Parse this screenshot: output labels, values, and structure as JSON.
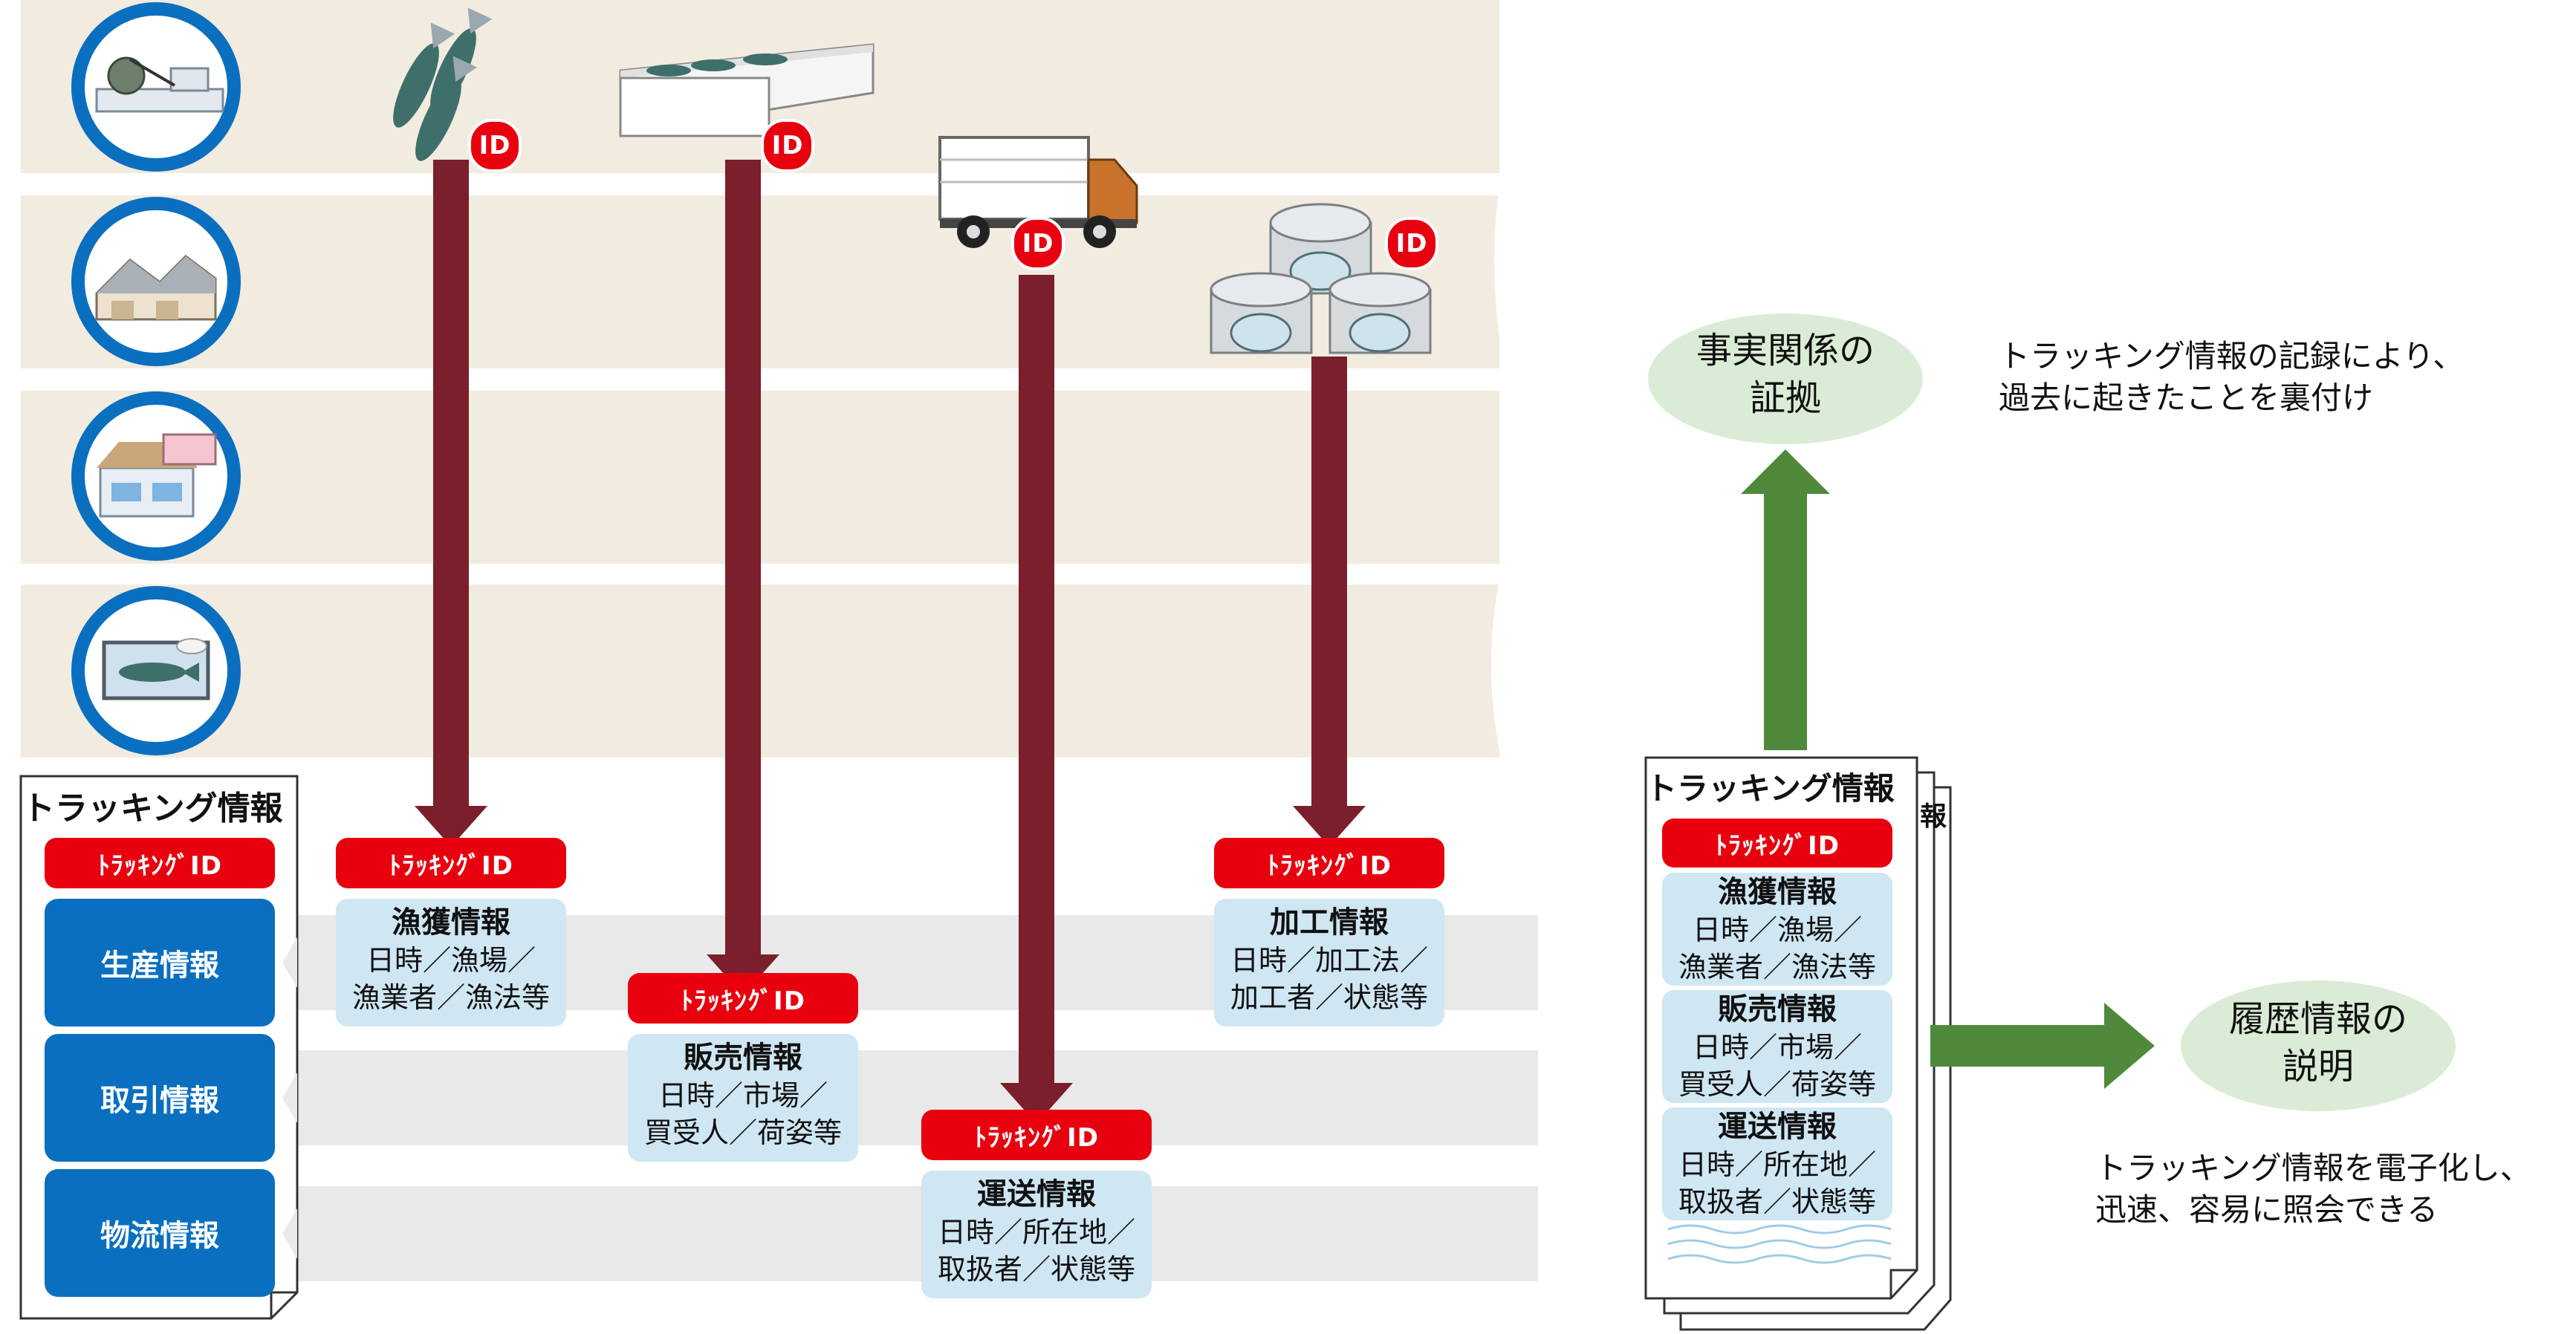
{
  "tracking_panel": {
    "title": "トラッキング情報",
    "id_label": "ﾄﾗｯｷﾝｸﾞID",
    "categories": [
      "生産情報",
      "取引情報",
      "物流情報"
    ]
  },
  "stages": [
    {
      "name": "漁獲情報",
      "lines": [
        "日時／漁場／",
        "漁業者／漁法等"
      ],
      "id_label": "ﾄﾗｯｷﾝｸﾞID"
    },
    {
      "name": "販売情報",
      "lines": [
        "日時／市場／",
        "買受人／荷姿等"
      ],
      "id_label": "ﾄﾗｯｷﾝｸﾞID"
    },
    {
      "name": "運送情報",
      "lines": [
        "日時／所在地／",
        "取扱者／状態等"
      ],
      "id_label": "ﾄﾗｯｷﾝｸﾞID"
    },
    {
      "name": "加工情報",
      "lines": [
        "日時／加工法／",
        "加工者／状態等"
      ],
      "id_label": "ﾄﾗｯｷﾝｸﾞID"
    }
  ],
  "item_tag": "ID",
  "document": {
    "title": "トラッキング情報",
    "back_title_fragment": "報",
    "id_label": "ﾄﾗｯｷﾝｸﾞID",
    "sections": [
      {
        "name": "漁獲情報",
        "lines": [
          "日時／漁場／",
          "漁業者／漁法等"
        ]
      },
      {
        "name": "販売情報",
        "lines": [
          "日時／市場／",
          "買受人／荷姿等"
        ]
      },
      {
        "name": "運送情報",
        "lines": [
          "日時／所在地／",
          "取扱者／状態等"
        ]
      }
    ]
  },
  "outcomes": {
    "evidence": {
      "lines": [
        "事実関係の",
        "証拠"
      ],
      "note_lines": [
        "トラッキング情報の記録により、",
        "過去に起きたことを裏付け"
      ]
    },
    "history": {
      "lines": [
        "履歴情報の",
        "説明"
      ],
      "note_lines": [
        "トラッキング情報を電子化し、",
        "迅速、容易に照会できる"
      ]
    }
  },
  "colors": {
    "lane": "#f1ebe0",
    "band": "#e9e9e9",
    "arrow_dark": "#7a1f2b",
    "arrow_green": "#4f8a3c",
    "blue": "#0b6fc0",
    "red": "#e8000f",
    "info_bg": "#cfe6f3",
    "ellipse": "#dbecd6"
  },
  "icons": [
    "fishing-boat-icon",
    "factory-icon",
    "shop-icon",
    "fish-package-icon",
    "fish-icon",
    "fish-crate-icon",
    "truck-icon",
    "canned-fish-icon"
  ]
}
